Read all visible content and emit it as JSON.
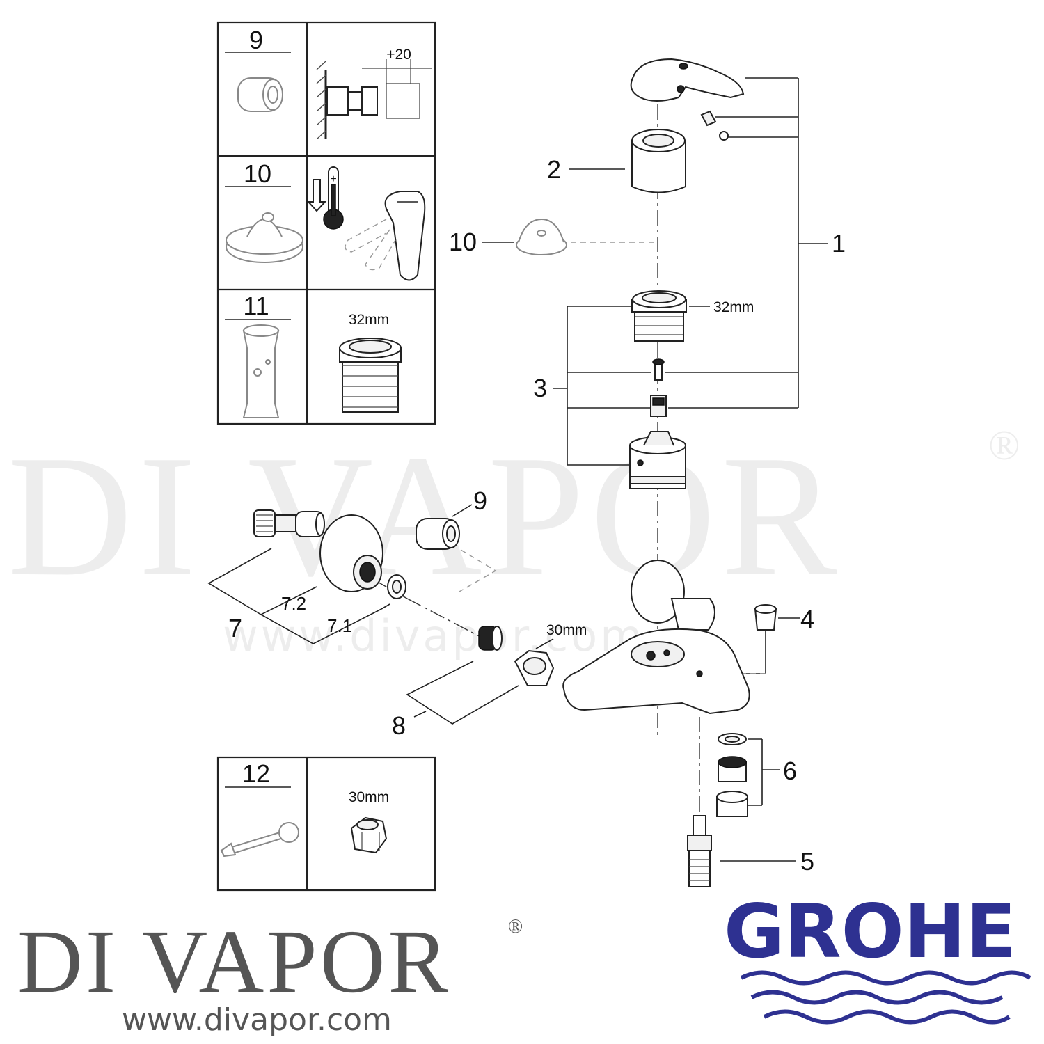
{
  "part_labels": {
    "p1": "1",
    "p2": "2",
    "p3": "3",
    "p4": "4",
    "p5": "5",
    "p6": "6",
    "p7": "7",
    "p7_1": "7.1",
    "p7_2": "7.2",
    "p8": "8",
    "p9": "9",
    "p10": "10"
  },
  "dimensions": {
    "cartridge_top": "32mm",
    "nut": "30mm"
  },
  "tool_table": {
    "rows": [
      {
        "number": "9",
        "detail": "+20"
      },
      {
        "number": "10"
      },
      {
        "number": "11",
        "detail": "32mm"
      }
    ]
  },
  "tool_table_bottom": {
    "number": "12",
    "detail": "30mm"
  },
  "watermark": {
    "text": "DI VAPOR",
    "registered": "®",
    "url": "www.divapor.com"
  },
  "branding": {
    "di_vapor": "DI VAPOR",
    "registered": "®",
    "url": "www.divapor.com",
    "grohe": "GROHE",
    "grohe_color": "#2e3191"
  }
}
